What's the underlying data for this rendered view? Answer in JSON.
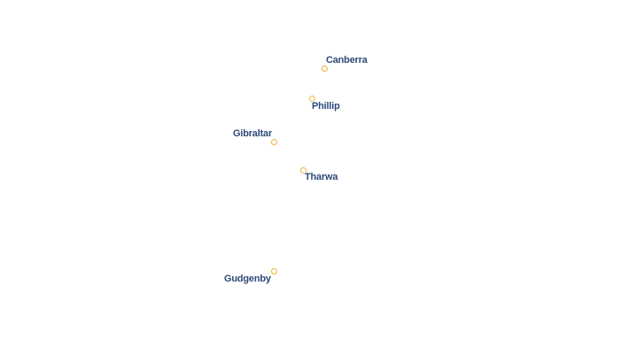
{
  "map": {
    "places": [
      {
        "name": "Canberra"
      },
      {
        "name": "Phillip"
      },
      {
        "name": "Gibraltar"
      },
      {
        "name": "Tharwa"
      },
      {
        "name": "Gudgenby"
      }
    ]
  },
  "colors": {
    "marker": "#f0b030",
    "label": "#2d4a78",
    "background": "#ffffff"
  },
  "icons": {
    "place_marker": "circle-marker-icon"
  }
}
